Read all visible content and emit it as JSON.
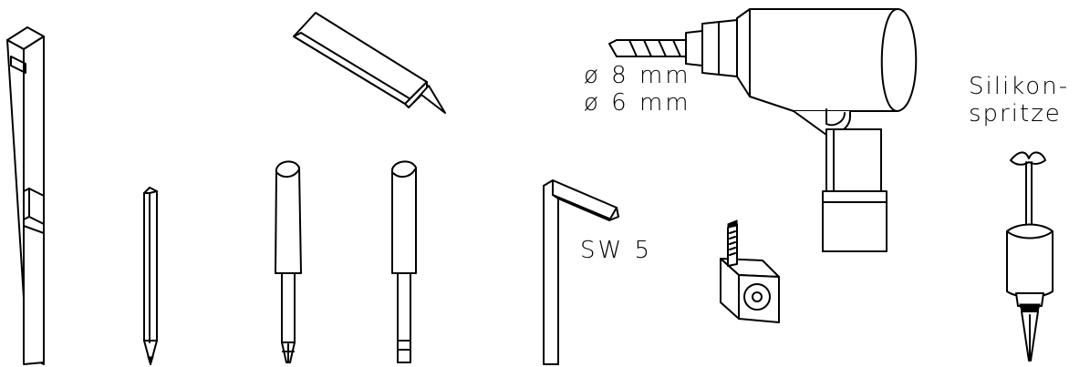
{
  "labels": {
    "drill_sizes": [
      "ø 8 mm",
      "ø 6 mm"
    ],
    "hex_key": "SW 5",
    "silicone_gun": [
      "Silikon-",
      "spritze"
    ]
  }
}
